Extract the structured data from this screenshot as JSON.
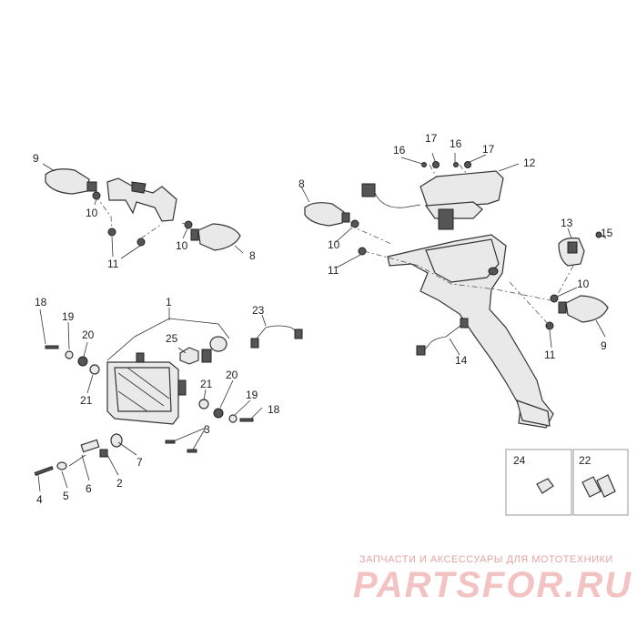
{
  "callouts": {
    "c9a": "9",
    "c10a": "10",
    "c11a": "11",
    "c10b": "10",
    "c8a": "8",
    "c8b": "8",
    "c10c": "10",
    "c11b": "11",
    "c16a": "16",
    "c17a": "17",
    "c16b": "16",
    "c17b": "17",
    "c12": "12",
    "c13": "13",
    "c15": "15",
    "c10d": "10",
    "c9b": "9",
    "c11c": "11",
    "c14": "14",
    "c1": "1",
    "c18a": "18",
    "c19a": "19",
    "c20a": "20",
    "c21a": "21",
    "c23": "23",
    "c25": "25",
    "c21b": "21",
    "c20b": "20",
    "c19b": "19",
    "c18b": "18",
    "c3": "3",
    "c7": "7",
    "c2": "2",
    "c6": "6",
    "c5": "5",
    "c4": "4",
    "c24": "24",
    "c22": "22"
  },
  "watermark": {
    "line1": "ЗАПЧАСТИ И АКСЕССУАРЫ ДЛЯ МОТОТЕХНИКИ",
    "line2": "PARTSFOR.RU"
  }
}
